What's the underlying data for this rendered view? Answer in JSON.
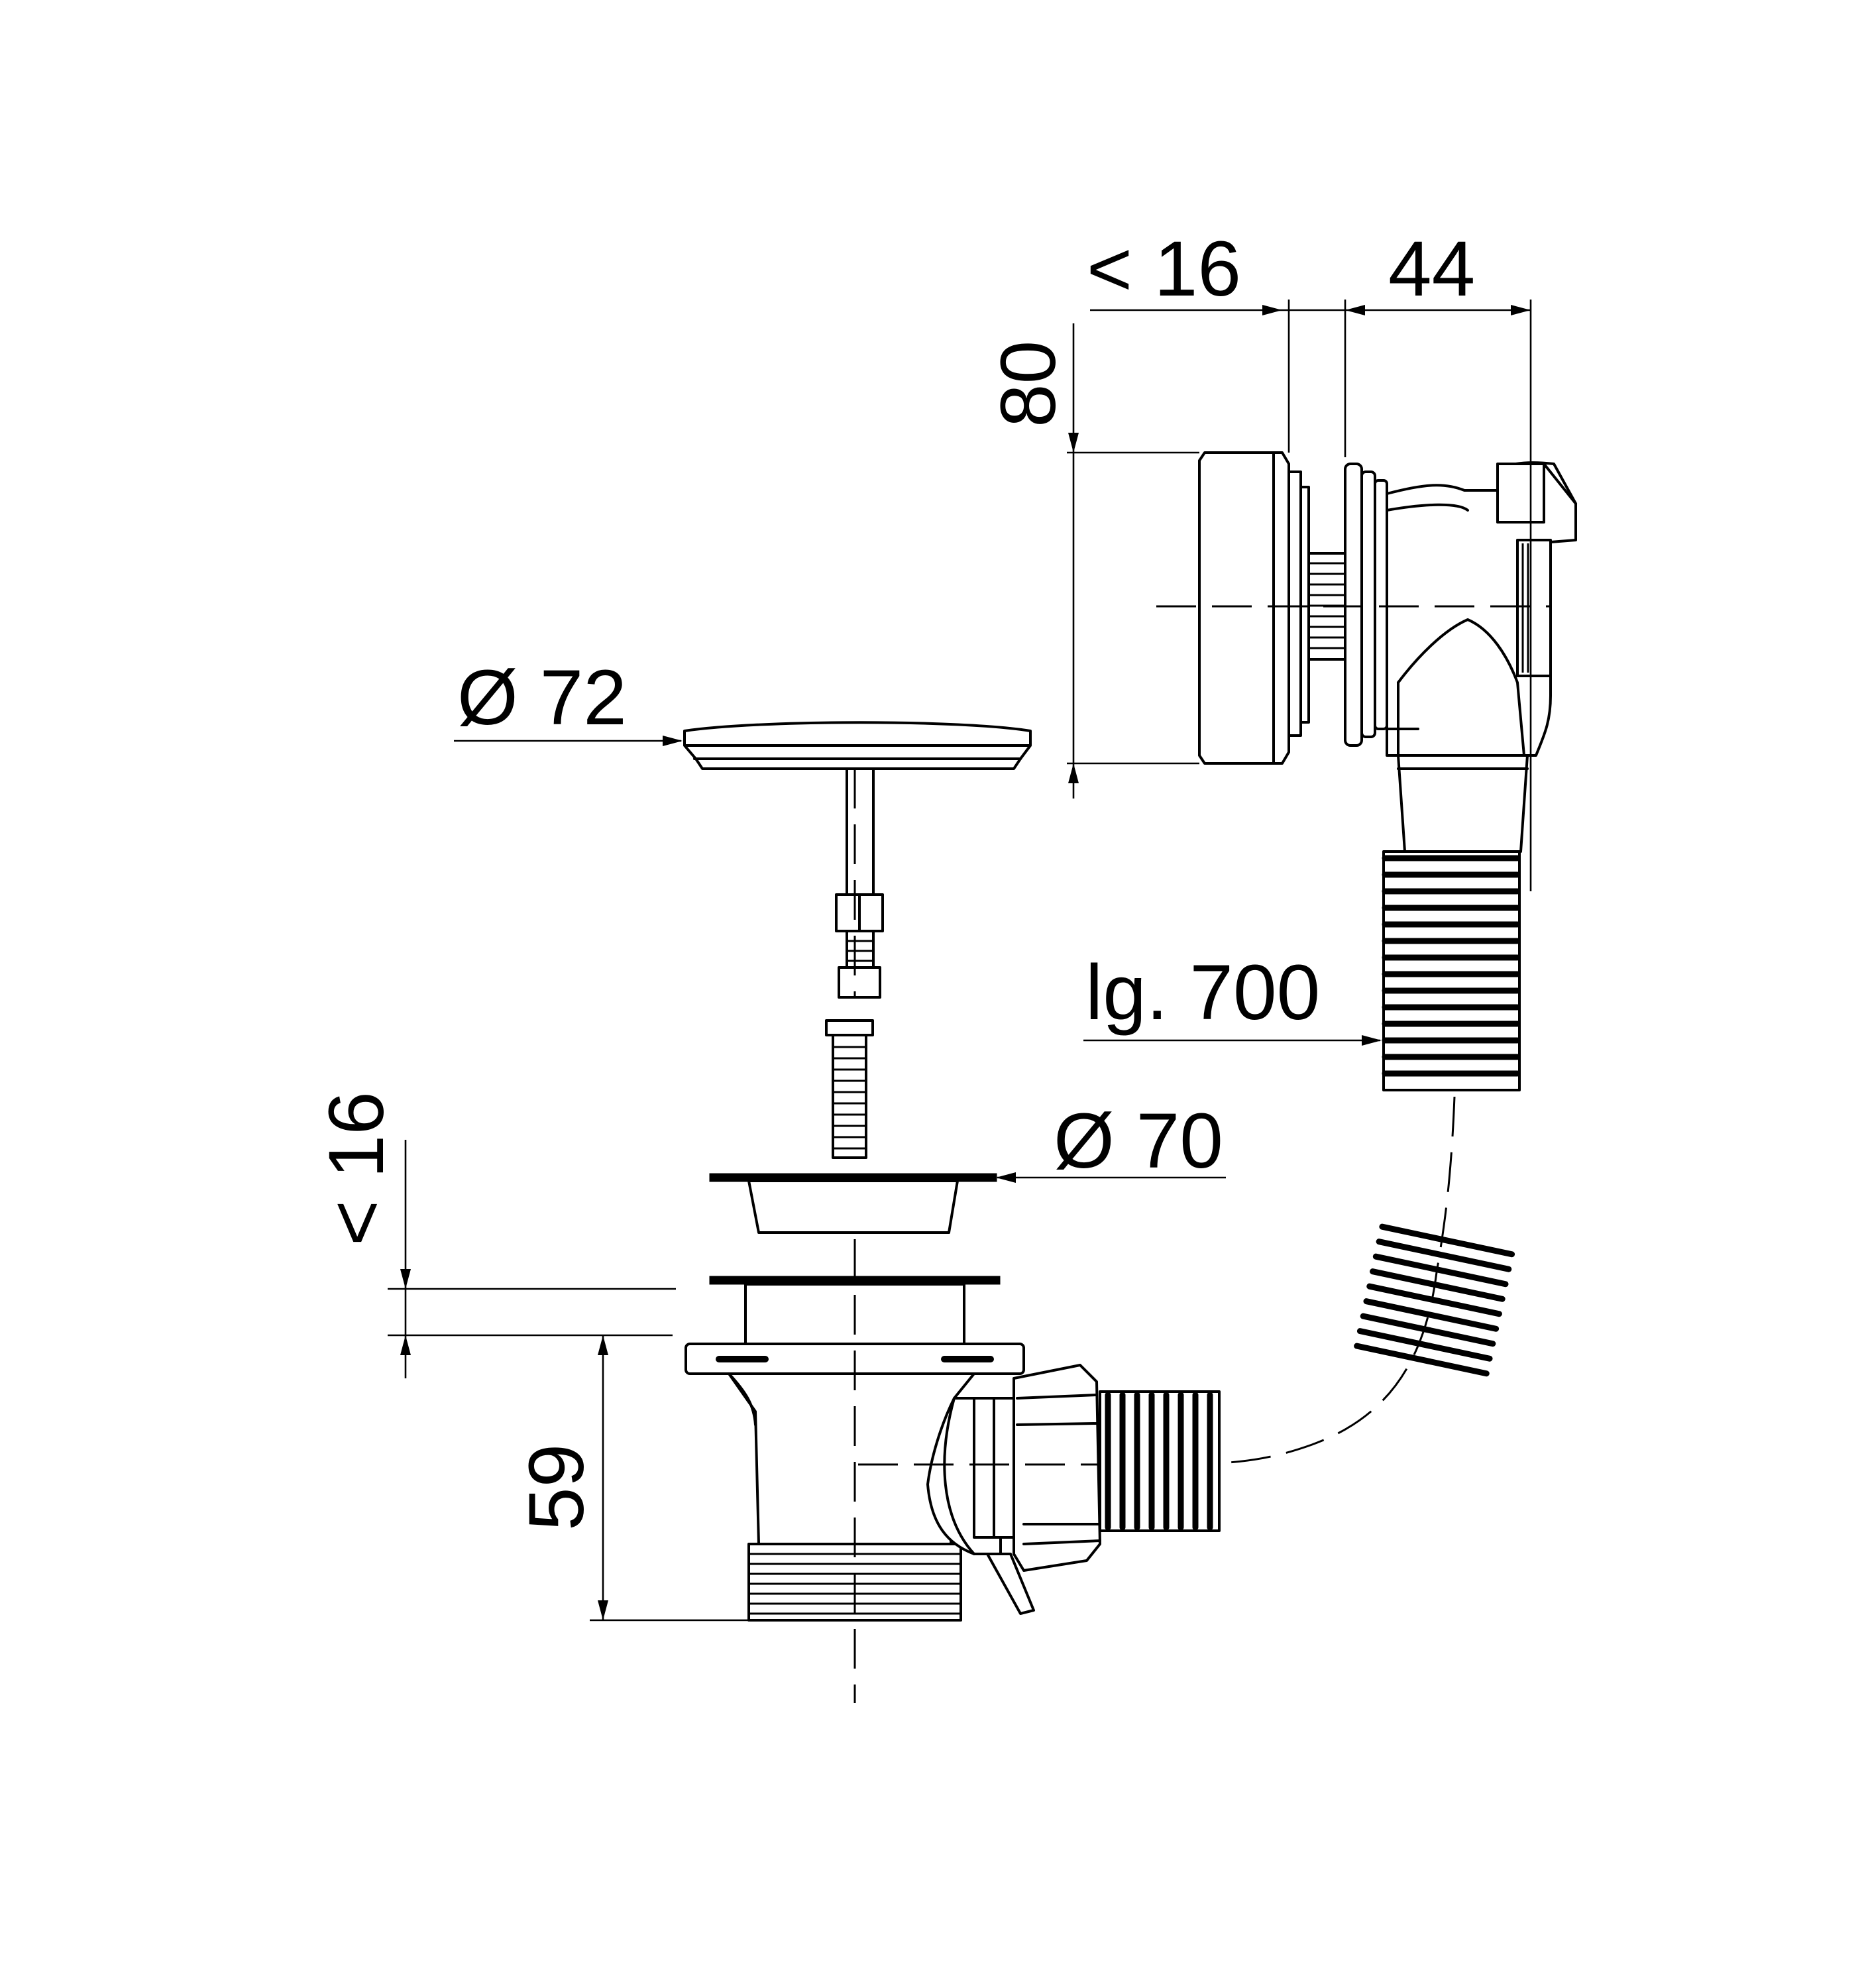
{
  "labels": {
    "overflow_depth": "< 16",
    "overflow_width": "44",
    "overflow_height": "80",
    "plug_diameter": "Ø 72",
    "hose_length": "lg. 700",
    "ring_diameter": "Ø 70",
    "waste_depth": "< 16",
    "waste_height": "59"
  },
  "colors": {
    "line": "#000000",
    "background": "#ffffff"
  }
}
